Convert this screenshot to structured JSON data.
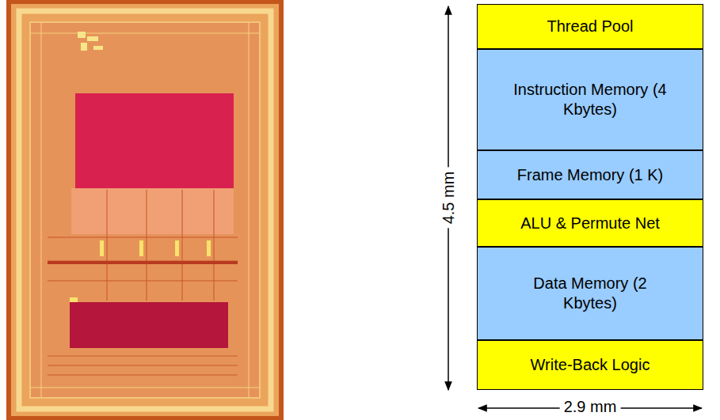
{
  "diagram": {
    "nodes": [
      {
        "text": [
          "Thread Pool"
        ]
      },
      {
        "text": [
          "Instruction Memory (4 Kbytes)"
        ]
      },
      {
        "text": [
          "Frame Memory (1 K)"
        ]
      },
      {
        "text": [
          "ALU & Permute Net"
        ]
      },
      {
        "text": [
          "Data Memory (2 Kbytes)"
        ]
      },
      {
        "text": [
          "Write-Back Logic"
        ]
      }
    ],
    "labels": [
      "4.5 mm",
      "2.9 mm"
    ]
  }
}
